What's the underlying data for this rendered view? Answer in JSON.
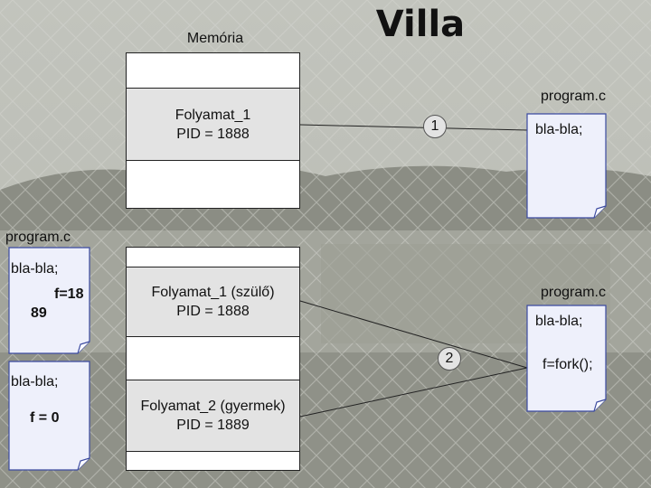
{
  "title": "Villa",
  "memory_label": "Memória",
  "memory_top": {
    "process_name": "Folyamat_1",
    "pid": "PID = 1888"
  },
  "memory_bottom": {
    "parent_name": "Folyamat_1 (szülő)",
    "parent_pid": "PID = 1888",
    "child_name": "Folyamat_2 (gyermek)",
    "child_pid": "PID = 1889"
  },
  "markers": {
    "one": "1",
    "two": "2"
  },
  "doc_right_top": {
    "filename": "program.c",
    "line1": "bla-bla;"
  },
  "doc_right_bottom": {
    "filename": "program.c",
    "line1": "bla-bla;",
    "line2": "f=fork();"
  },
  "doc_left_top": {
    "filename": "program.c",
    "line1": "bla-bla;",
    "value_a": "f=18",
    "value_b": "89"
  },
  "doc_left_bottom": {
    "line1": "bla-bla;",
    "value": "f = 0"
  },
  "colors": {
    "doc_fill": "#eef0fb",
    "doc_border": "#3b4aa0",
    "process_fill": "#e3e3e3"
  }
}
